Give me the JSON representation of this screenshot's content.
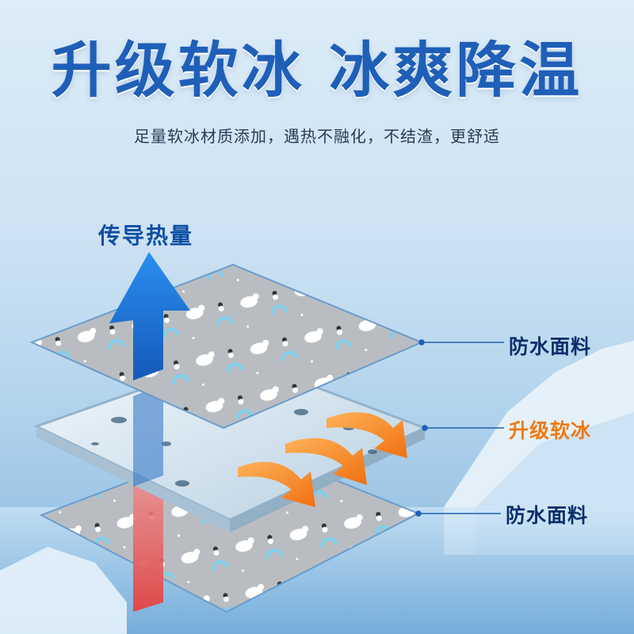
{
  "title": "升级软冰 冰爽降温",
  "subtitle": "足量软冰材质添加，遇热不融化，不结渣，更舒适",
  "arrow_label": "传导热量",
  "layers": [
    {
      "label": "防水面料"
    },
    {
      "label": "升级软冰"
    },
    {
      "label": "防水面料"
    }
  ],
  "colors": {
    "title": "#1f5fb8",
    "accent_orange": "#ef7a10",
    "label_dark": "#0b2f6b",
    "arrow_blue": "#1a73d6",
    "arrow_red": "#e85a5a"
  }
}
